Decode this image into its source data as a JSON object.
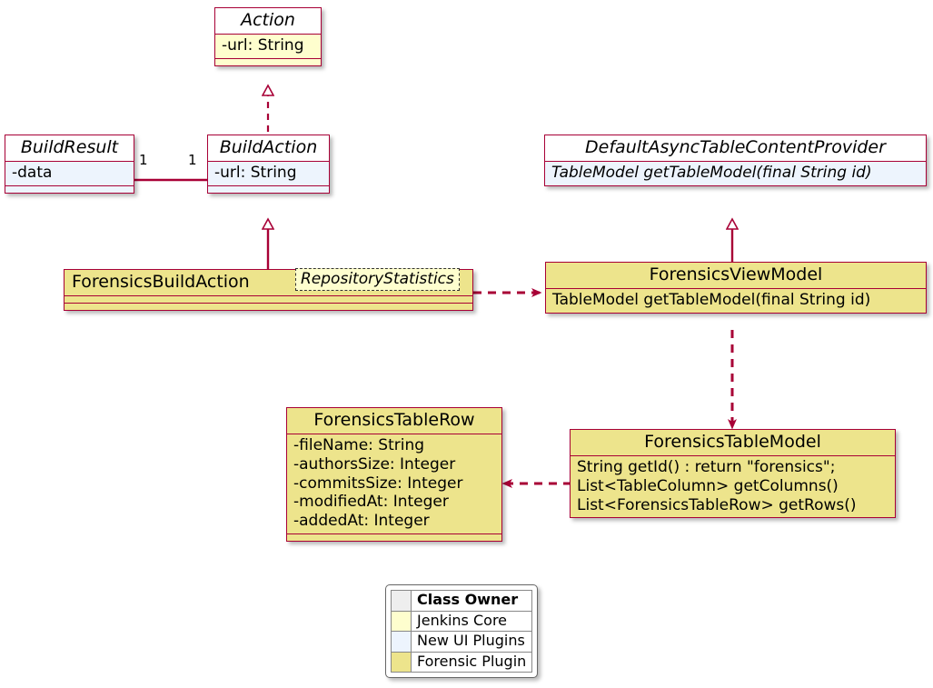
{
  "diagram": {
    "type": "uml-class-diagram",
    "accent_color": "#A80036",
    "classes": [
      {
        "id": "action",
        "name": "Action",
        "abstract": true,
        "owner": "Jenkins Core",
        "fill": "#FEFECE",
        "attributes": [
          "-url: String"
        ],
        "methods": []
      },
      {
        "id": "build-result",
        "name": "BuildResult",
        "abstract": true,
        "owner": "New UI Plugins",
        "fill": "#EDF4FD",
        "attributes": [
          "-data"
        ],
        "methods": []
      },
      {
        "id": "build-action",
        "name": "BuildAction",
        "abstract": true,
        "owner": "New UI Plugins",
        "fill": "#EDF4FD",
        "attributes": [
          "-url: String"
        ],
        "methods": []
      },
      {
        "id": "default-async-table-content-provider",
        "name": "DefaultAsyncTableContentProvider",
        "abstract": true,
        "owner": "New UI Plugins",
        "fill": "#EDF4FD",
        "methods": [
          "TableModel getTableModel(final String id)"
        ],
        "attributes": []
      },
      {
        "id": "forensics-build-action",
        "name": "ForensicsBuildAction",
        "abstract": false,
        "owner": "Forensic Plugin",
        "fill": "#EDE48C",
        "stereotype": "RepositoryStatistics",
        "attributes": [],
        "methods": []
      },
      {
        "id": "forensics-view-model",
        "name": "ForensicsViewModel",
        "abstract": false,
        "owner": "Forensic Plugin",
        "fill": "#EDE48C",
        "attributes": [],
        "methods": [
          "TableModel getTableModel(final String id)"
        ]
      },
      {
        "id": "forensics-table-row",
        "name": "ForensicsTableRow",
        "abstract": false,
        "owner": "Forensic Plugin",
        "fill": "#EDE48C",
        "attributes": [
          "-fileName: String",
          "-authorsSize: Integer",
          "-commitsSize: Integer",
          "-modifiedAt: Integer",
          "-addedAt: Integer"
        ],
        "methods": []
      },
      {
        "id": "forensics-table-model",
        "name": "ForensicsTableModel",
        "abstract": false,
        "owner": "Forensic Plugin",
        "fill": "#EDE48C",
        "attributes": [],
        "methods": [
          "String getId() : return \"forensics\";",
          "List<TableColumn> getColumns()",
          "List<ForensicsTableRow> getRows()"
        ]
      }
    ],
    "relations": [
      {
        "id": "rel-buildaction-action",
        "from": "BuildAction",
        "to": "Action",
        "kind": "realization",
        "line": "dashed",
        "arrow": "hollow-triangle"
      },
      {
        "id": "rel-buildresult-buildaction",
        "from": "BuildResult",
        "to": "BuildAction",
        "kind": "association",
        "line": "solid",
        "arrow": "none",
        "source_multiplicity": "1",
        "target_multiplicity": "1"
      },
      {
        "id": "rel-forensicsbuildaction-buildaction",
        "from": "ForensicsBuildAction",
        "to": "BuildAction",
        "kind": "generalization",
        "line": "solid",
        "arrow": "hollow-triangle"
      },
      {
        "id": "rel-forensicsviewmodel-provider",
        "from": "ForensicsViewModel",
        "to": "DefaultAsyncTableContentProvider",
        "kind": "generalization",
        "line": "solid",
        "arrow": "hollow-triangle"
      },
      {
        "id": "rel-forensicsbuildaction-viewmodel",
        "from": "ForensicsBuildAction",
        "to": "ForensicsViewModel",
        "kind": "dependency",
        "line": "dashed",
        "arrow": "filled"
      },
      {
        "id": "rel-viewmodel-tablemodel",
        "from": "ForensicsViewModel",
        "to": "ForensicsTableModel",
        "kind": "dependency",
        "line": "dashed",
        "arrow": "filled"
      },
      {
        "id": "rel-tablemodel-tablerow",
        "from": "ForensicsTableModel",
        "to": "ForensicsTableRow",
        "kind": "dependency",
        "line": "dashed",
        "arrow": "filled"
      }
    ],
    "multiplicities": {
      "build_result_side": "1",
      "build_action_side": "1"
    }
  },
  "legend": {
    "header": "Class Owner",
    "rows": [
      {
        "label": "Jenkins Core",
        "color": "#FEFECE"
      },
      {
        "label": "New UI Plugins",
        "color": "#EDF4FD"
      },
      {
        "label": "Forensic Plugin",
        "color": "#EDE48C"
      }
    ]
  }
}
